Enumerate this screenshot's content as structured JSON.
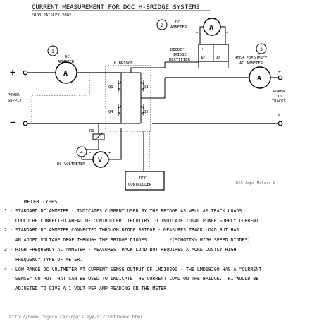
{
  "diagram": {
    "title": "CURRENT MEASUREMENT FOR DCC H-BRIDGE SYSTEMS",
    "copyright": "©ROB PAISLEY 2002",
    "figure_label": "DCC Amps Meters b",
    "power_supply_label_1": "POWER",
    "power_supply_label_2": "SUPPLY",
    "plus_sign": "+",
    "minus_sign": "−",
    "h_bridge_label": "H BRIDGE",
    "q_labels": [
      "Q1",
      "Q3",
      "Q4",
      "Q2"
    ],
    "meter_numbers": [
      "1",
      "2",
      "3",
      "4"
    ],
    "meter1_label_1": "DC",
    "meter1_label_2": "AMMETER",
    "meter2_label_1": "DC",
    "meter2_label_2": "AMMETER",
    "meter3_label_1": "HIGH FREQUENCY",
    "meter3_label_2": "AC AMMETER",
    "meter4_label": "DC VOLTMETER",
    "ammeter_symbol": "A",
    "voltmeter_symbol": "V",
    "rectifier_label_1": "DIODE*",
    "rectifier_label_2": "BRIDGE",
    "rectifier_label_3": "RECTIFIER",
    "rect_plus": "+",
    "rect_minus": "−",
    "rect_ac": "AC",
    "meter2_plus": "+",
    "meter2_minus": "−",
    "meter4_plus": "+",
    "meter4_minus": "−",
    "r1_label": "R1",
    "tracks_pm": "±",
    "tracks_label_1": "POWER",
    "tracks_label_2": "TO",
    "tracks_label_3": "TRACKS",
    "controller_label_1": "DCC",
    "controller_label_2": "CONTROLLER"
  },
  "notes": {
    "heading": "METER TYPES",
    "lines": [
      "1 - STANDARD DC AMMETER - INDICATES CURRENT USED BY THE BRIDGE AS WELL AS TRACK LOADS",
      "    COULD BE CONNECTED AHEAD OF CONTROLLER CIRCUITRY TO INDICATE TOTAL POWER SUPPLY CURRENT",
      "2 - STANDARD DC AMMETER CONNECTED THROUGH DIODE BRIDGE - MEASURES TRACK LOAD BUT HAS",
      "    AN ADDED VOLTAGE DROP THROUGH THE BRIDGE DIODES.       *(SCHOTTKY HIGH SPEED DIODES)",
      "3 - HIGH FREQUENCY AC AMMETER - MEASURES TRACK LOAD BUT REQUIRES A MORE COSTLY HIGH",
      "    FREQUENCY TYPE OF METER.",
      "4 - LOW RANGE DC VOLTMETER AT CURRENT SENSE OUTPUT OF LMD18200 - THE LMD18200 HAS A \"CURRENT",
      "    SENSE\" OUTPUT THAT CAN BE USED TO INDICATE THE CURRENT LOAD ON THE BRIDGE.  R1 WOULD BE",
      "    ADJUSTED TO GIVE A 1 VOLT PER AMP READING ON THE METER."
    ]
  },
  "url": "http://home.cogeco.ca/~rpaisley4/CircuitIndex.html"
}
